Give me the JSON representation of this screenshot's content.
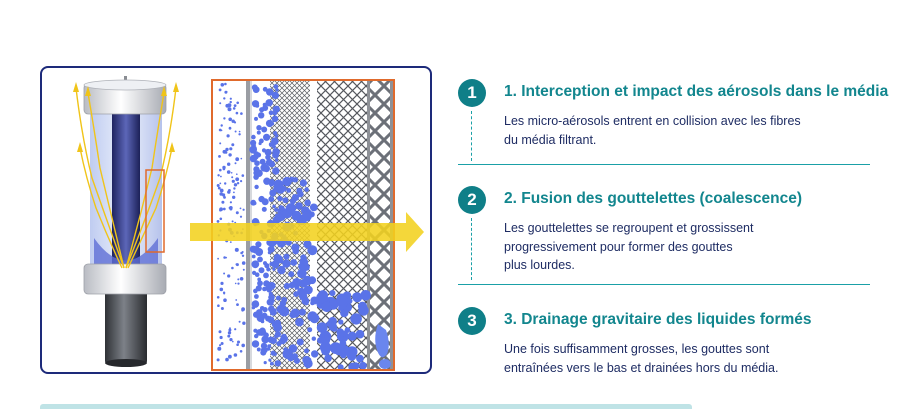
{
  "steps": [
    {
      "number": "1",
      "title": "1. Interception et impact des aérosols dans le média",
      "lines": [
        "Les micro-aérosols entrent en collision avec les fibres",
        "du média filtrant."
      ]
    },
    {
      "number": "2",
      "title": "2. Fusion des gouttelettes (coalescence)",
      "lines": [
        "Les gouttelettes se regroupent et grossissent",
        "progressivement pour former des gouttes",
        "plus lourdes."
      ]
    },
    {
      "number": "3",
      "title": "3. Drainage gravitaire des liquides formés",
      "lines": [
        "Une fois suffisamment grosses, les gouttes sont",
        "entraînées vers le bas et drainées hors du média."
      ]
    }
  ],
  "colors": {
    "accent_teal": "#0f7f88",
    "title_teal": "#12868e",
    "text_navy": "#1e2c63",
    "panel_border": "#1d2a7a",
    "detail_border": "#e06a2c",
    "flow_arrow": "#f3d21f",
    "droplet_blue": "#5a73e8"
  },
  "icons": {
    "filter": "coalescing-filter-cartridge-illustration",
    "arrow": "flow-direction-arrow"
  }
}
